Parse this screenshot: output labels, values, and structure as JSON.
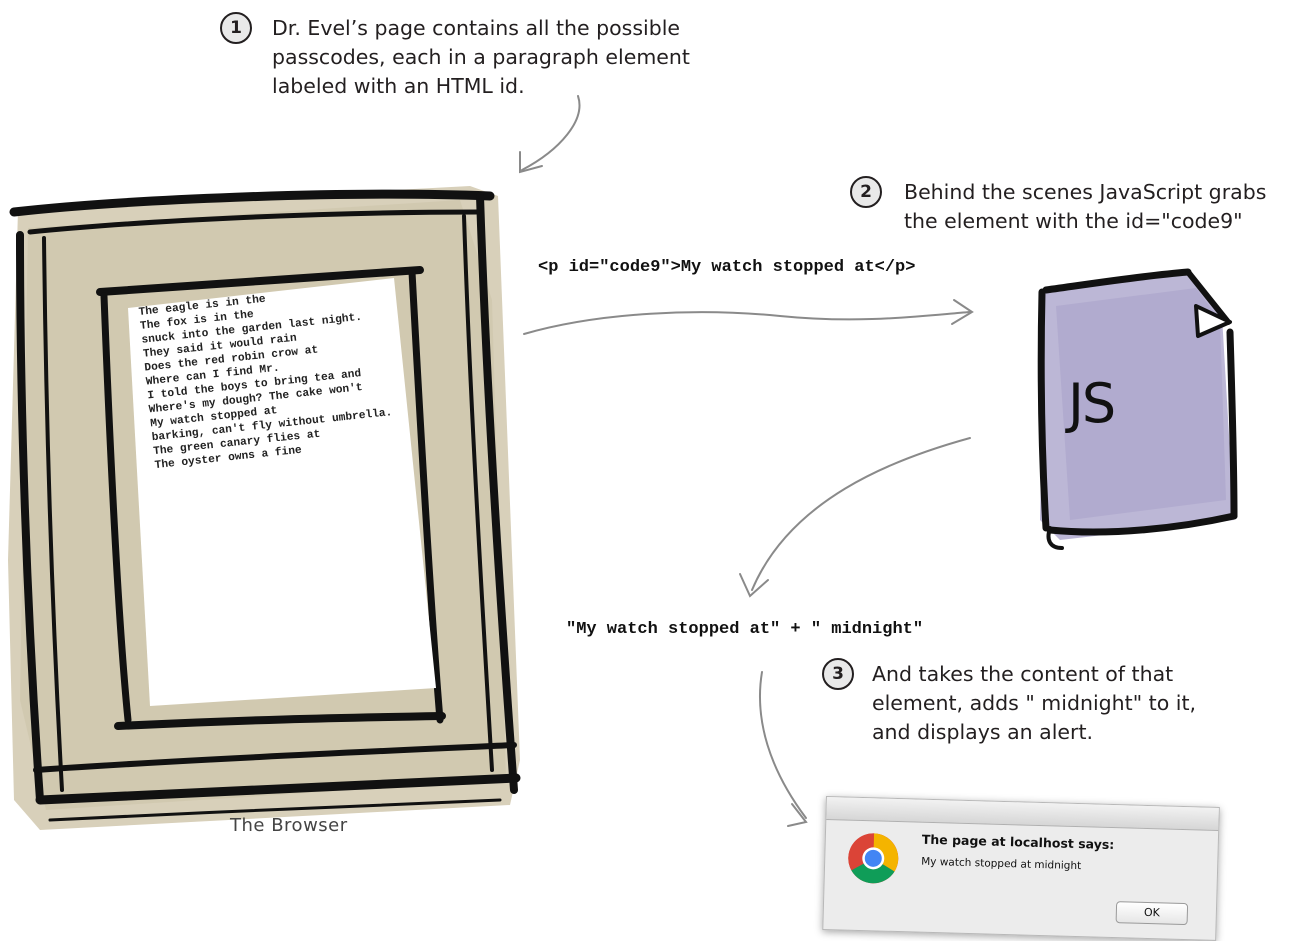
{
  "callouts": [
    {
      "number": "1",
      "lines": [
        "Dr. Evel’s page contains all the possible",
        "passcodes, each in a paragraph element",
        "labeled with an HTML id."
      ]
    },
    {
      "number": "2",
      "lines": [
        "Behind the scenes JavaScript grabs",
        "the element with the id=\"code9\""
      ]
    },
    {
      "number": "3",
      "lines": [
        "And takes the content of that",
        "element, adds \" midnight\" to it,",
        "and displays an alert."
      ]
    }
  ],
  "code_element": "<p id=\"code9\">My watch stopped at</p>",
  "concat_expression": "\"My watch stopped at\" + \" midnight\"",
  "browser": {
    "caption": "The Browser",
    "page_lines": [
      "The eagle is in the",
      "The fox is in the",
      "snuck into the garden last night.",
      "They said it would rain",
      "Does the red robin crow at",
      "Where can I find Mr.",
      "I told the boys to bring tea and",
      "Where's my dough? The cake won't",
      "My watch stopped at",
      "barking, can't fly without umbrella.",
      "The green canary flies at",
      "The oyster owns a fine"
    ]
  },
  "js_file": {
    "label": "JS"
  },
  "alert": {
    "title": "The page at localhost says:",
    "message": "My watch stopped at midnight",
    "ok_label": "OK",
    "icon": "chrome-logo-icon"
  },
  "colors": {
    "frame_fill": "#d3cbb4",
    "frame_stroke": "#111111",
    "js_fill": "#bcb7d6",
    "arrow": "#8a8a8a"
  }
}
